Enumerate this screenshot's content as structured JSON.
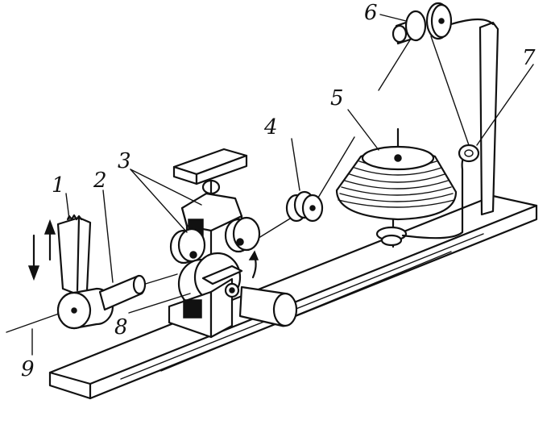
{
  "labels": {
    "part_1": "1",
    "part_2": "2",
    "part_3": "3",
    "part_4": "4",
    "part_5": "5",
    "part_6": "6",
    "part_7": "7",
    "part_8": "8",
    "part_9": "9"
  }
}
